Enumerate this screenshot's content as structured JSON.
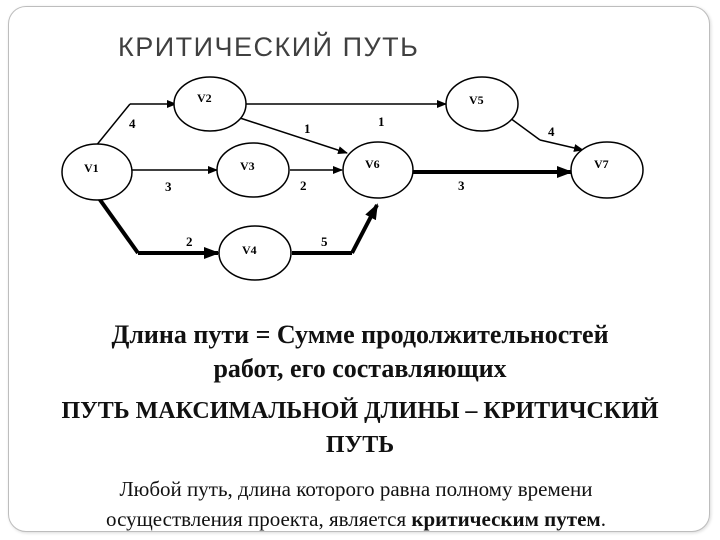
{
  "title": "КРИТИЧЕСКИЙ ПУТЬ",
  "diagram": {
    "nodes": [
      {
        "id": "V1",
        "label": "V1"
      },
      {
        "id": "V2",
        "label": "V2"
      },
      {
        "id": "V3",
        "label": "V3"
      },
      {
        "id": "V4",
        "label": "V4"
      },
      {
        "id": "V5",
        "label": "V5"
      },
      {
        "id": "V6",
        "label": "V6"
      },
      {
        "id": "V7",
        "label": "V7"
      }
    ],
    "edges": [
      {
        "from": "V1",
        "to": "V2",
        "weight": "4",
        "critical": false
      },
      {
        "from": "V1",
        "to": "V3",
        "weight": "3",
        "critical": false
      },
      {
        "from": "V1",
        "to": "V4",
        "weight": "2",
        "critical": true
      },
      {
        "from": "V2",
        "to": "V5",
        "weight": "1",
        "critical": false
      },
      {
        "from": "V2",
        "to": "V6",
        "weight": "1",
        "critical": false
      },
      {
        "from": "V3",
        "to": "V6",
        "weight": "2",
        "critical": false
      },
      {
        "from": "V4",
        "to": "V6",
        "weight": "5",
        "critical": true
      },
      {
        "from": "V5",
        "to": "V7",
        "weight": "4",
        "critical": false
      },
      {
        "from": "V6",
        "to": "V7",
        "weight": "3",
        "critical": true
      }
    ]
  },
  "text": {
    "line1": "Длина пути = Сумме продолжительностей",
    "line2": "работ, его составляющих",
    "line3": "ПУТЬ МАКСИМАЛЬНОЙ ДЛИНЫ – КРИТИЧСКИЙ",
    "line4": "ПУТЬ",
    "line5": "Любой путь, длина которого равна полному времени",
    "line6_start": "осуществления проекта, является ",
    "line6_bold": "критическим путем",
    "line6_end": "."
  }
}
